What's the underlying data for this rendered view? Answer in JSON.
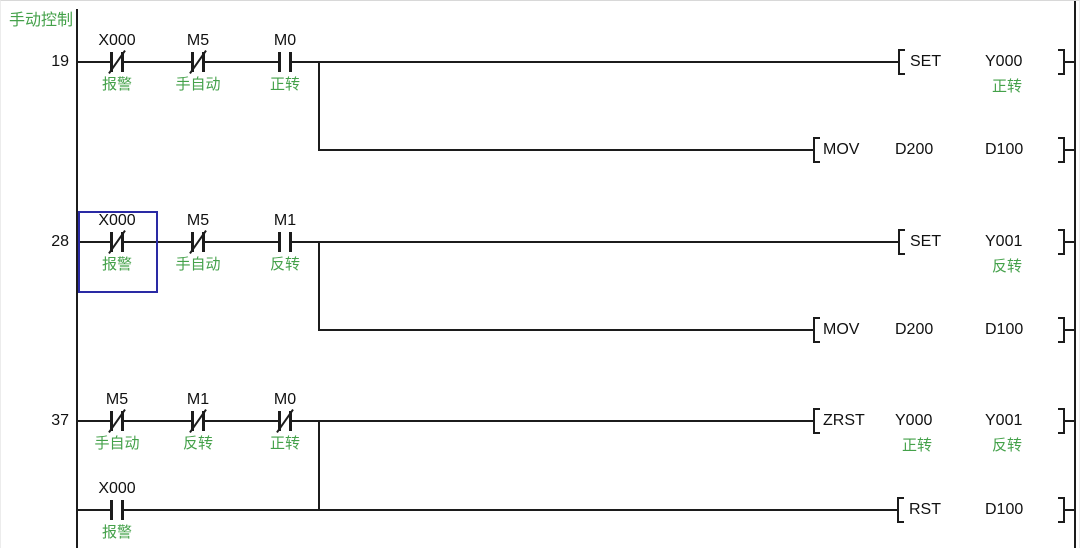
{
  "comment_header": "手动控制",
  "colors": {
    "wire": "#1c1c1c",
    "device_text": "#111111",
    "comment_green": "#44a14a",
    "selection_blue": "#2a2aa4",
    "background": "#ffffff"
  },
  "rungs": [
    {
      "step": "19",
      "contacts": [
        {
          "device": "X000",
          "type": "nc",
          "comment": "报警"
        },
        {
          "device": "M5",
          "type": "nc",
          "comment": "手自动"
        },
        {
          "device": "M0",
          "type": "no",
          "comment": "正转"
        }
      ],
      "output": {
        "mnemonic": "SET",
        "operands": [
          {
            "name": "Y000",
            "comment": "正转"
          }
        ]
      },
      "branch_output": {
        "mnemonic": "MOV",
        "operands": [
          {
            "name": "D200"
          },
          {
            "name": "D100"
          }
        ]
      }
    },
    {
      "step": "28",
      "selected_contact": "X000",
      "contacts": [
        {
          "device": "X000",
          "type": "nc",
          "comment": "报警"
        },
        {
          "device": "M5",
          "type": "nc",
          "comment": "手自动"
        },
        {
          "device": "M1",
          "type": "no",
          "comment": "反转"
        }
      ],
      "output": {
        "mnemonic": "SET",
        "operands": [
          {
            "name": "Y001",
            "comment": "反转"
          }
        ]
      },
      "branch_output": {
        "mnemonic": "MOV",
        "operands": [
          {
            "name": "D200"
          },
          {
            "name": "D100"
          }
        ]
      }
    },
    {
      "step": "37",
      "contacts": [
        {
          "device": "M5",
          "type": "nc",
          "comment": "手自动"
        },
        {
          "device": "M1",
          "type": "nc",
          "comment": "反转"
        },
        {
          "device": "M0",
          "type": "nc",
          "comment": "正转"
        }
      ],
      "output": {
        "mnemonic": "ZRST",
        "operands": [
          {
            "name": "Y000",
            "comment": "正转"
          },
          {
            "name": "Y001",
            "comment": "反转"
          }
        ]
      },
      "branch_contact": {
        "device": "X000",
        "type": "no",
        "comment": "报警"
      },
      "branch_output": {
        "mnemonic": "RST",
        "operands": [
          {
            "name": "D100"
          }
        ]
      }
    }
  ]
}
